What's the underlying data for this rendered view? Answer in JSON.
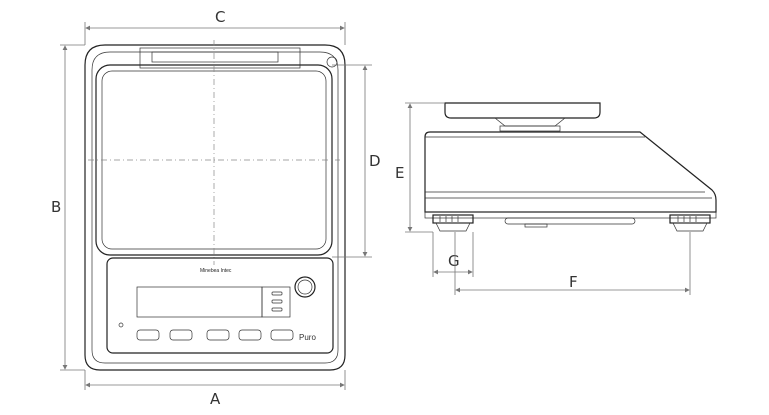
{
  "dimensions": {
    "a": "A",
    "b": "B",
    "c": "C",
    "d": "D",
    "e": "E",
    "f": "F",
    "g": "G"
  },
  "front_view": {
    "brand": "Minebea Intec",
    "model": "Puro"
  }
}
